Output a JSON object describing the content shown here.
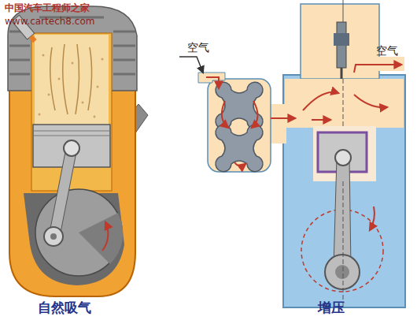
{
  "diagram": {
    "labels": [
      "中国汽车工程师之家",
      "www.cartech8.com",
      "空气",
      "空气",
      "自然吸气",
      "增压"
    ]
  }
}
